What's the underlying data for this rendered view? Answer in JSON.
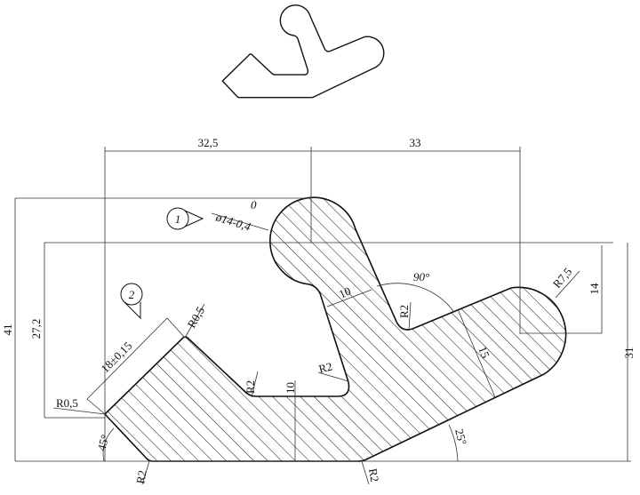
{
  "drawing": {
    "dimensions": {
      "width_left": "32,5",
      "width_right": "33",
      "height_total": "41",
      "height_inner": "27,2",
      "diameter_label": "ø14-0,4",
      "diameter_tol_upper": "0",
      "side_length": "18±0,15",
      "radius_top_left": "R0,5",
      "radius_left": "R0,5",
      "radius_inner_left": "R2",
      "radius_inner_bottom": "R2",
      "radius_inner_right": "R2",
      "radius_bottom_left": "R2",
      "radius_bottom_right": "R2",
      "radius_end": "R7,5",
      "stem_width": "10",
      "base_thickness": "10",
      "arm_width": "15",
      "angle_between": "90°",
      "angle_left": "45°",
      "angle_right": "25°",
      "height_right": "14",
      "height_right_total": "31"
    },
    "markers": {
      "marker_1": "1",
      "marker_2": "2"
    }
  }
}
